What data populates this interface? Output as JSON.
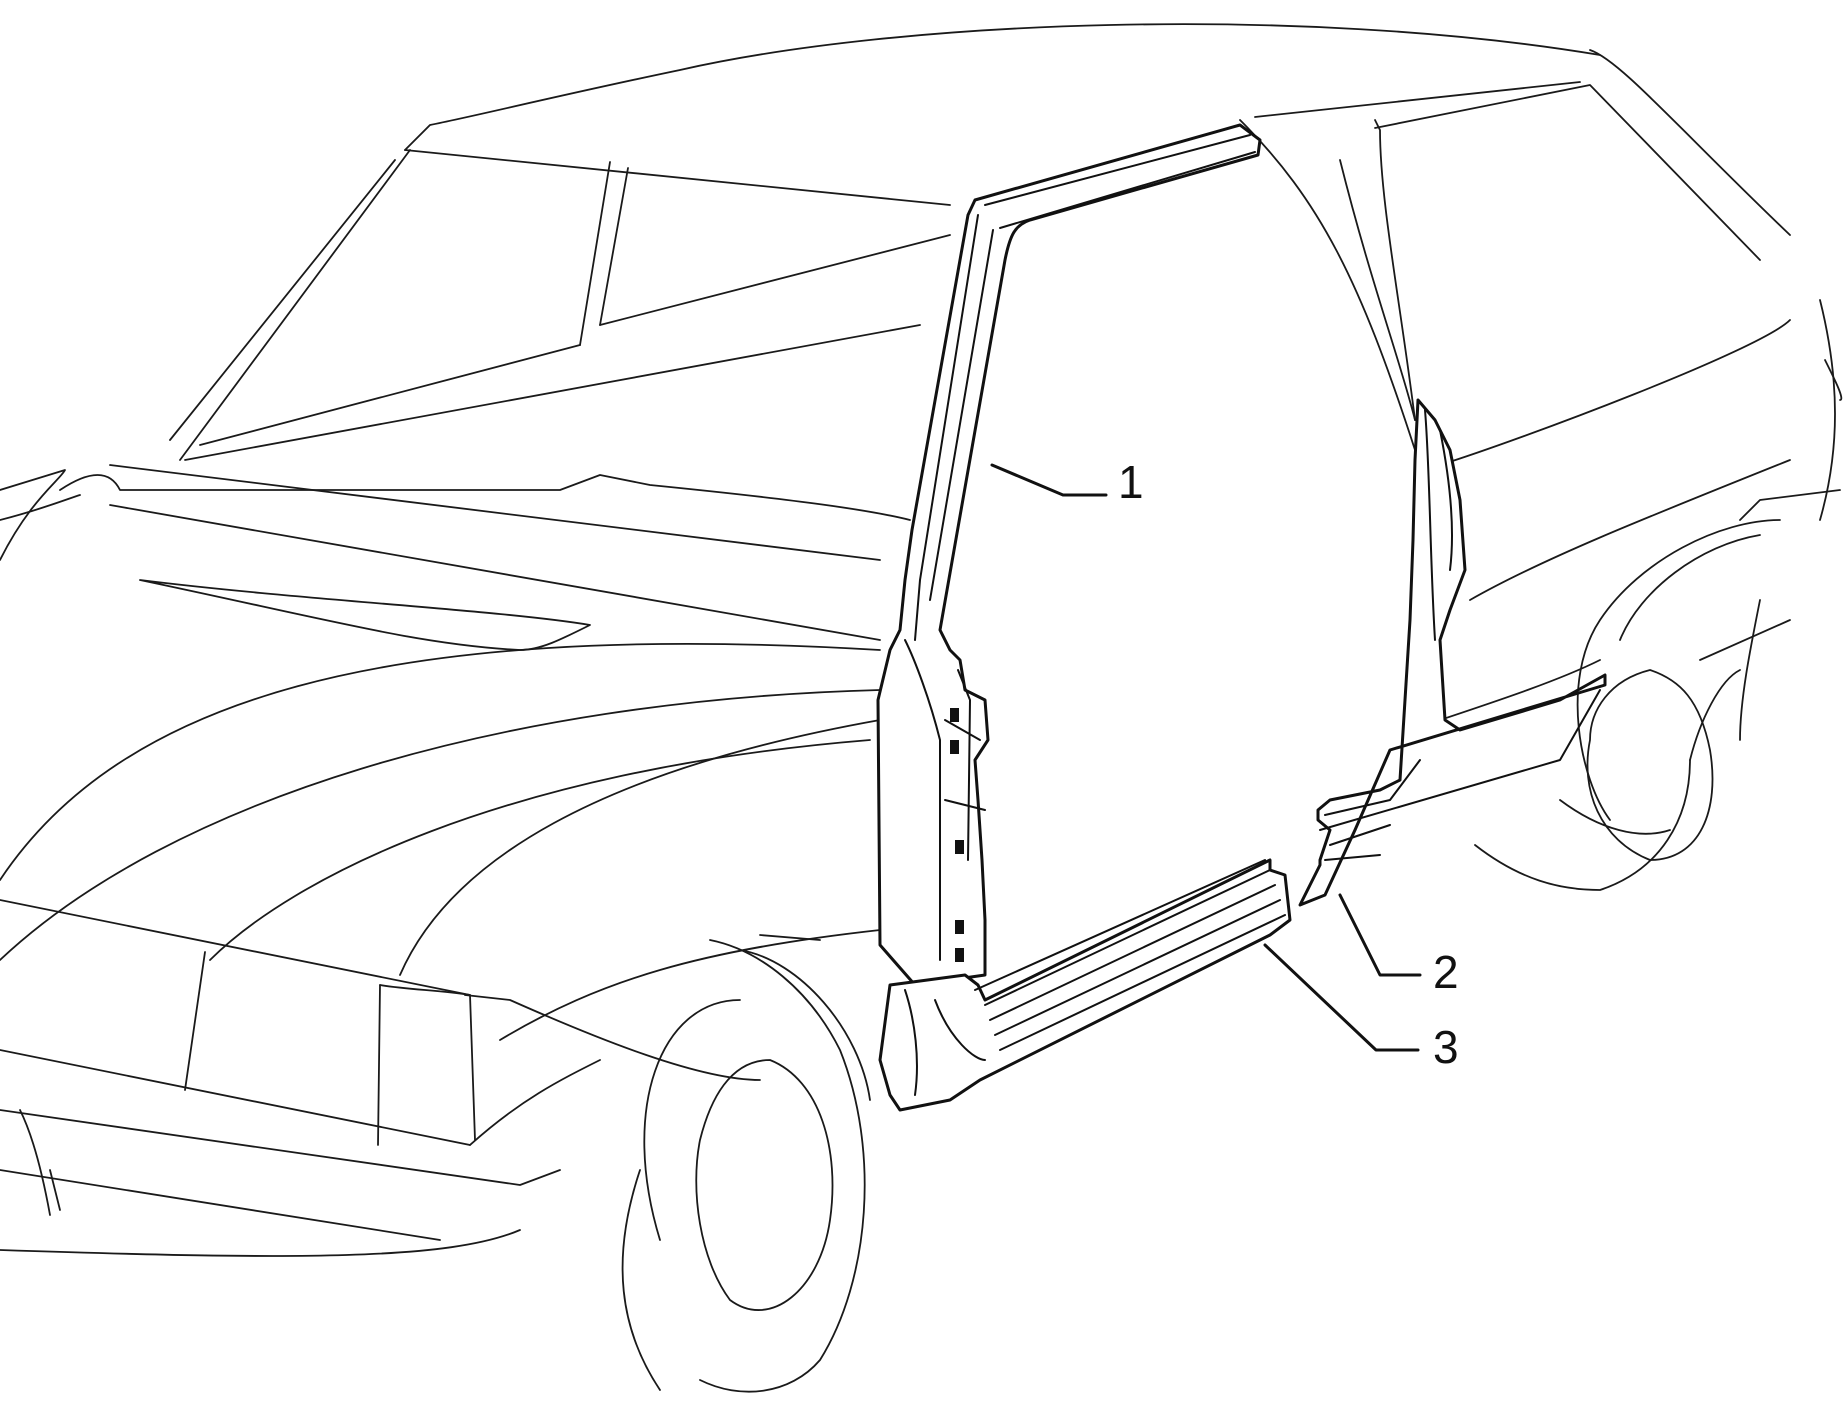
{
  "diagram": {
    "description_visible": false,
    "line_color": "#111111",
    "background_color": "#ffffff",
    "callouts": [
      {
        "id": "1",
        "label": "1"
      },
      {
        "id": "2",
        "label": "2"
      },
      {
        "id": "3",
        "label": "3"
      }
    ]
  }
}
